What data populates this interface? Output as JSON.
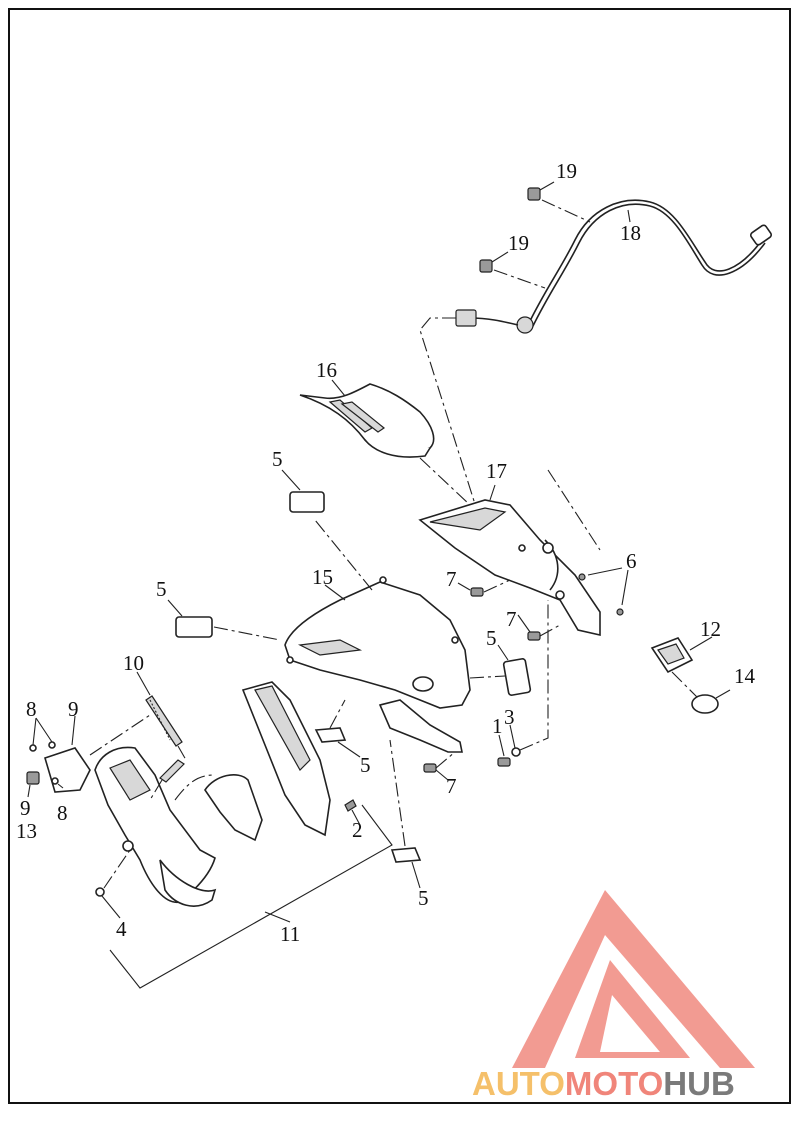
{
  "diagram": {
    "callouts": [
      {
        "id": "c19a",
        "text": "19"
      },
      {
        "id": "c18",
        "text": "18"
      },
      {
        "id": "c19b",
        "text": "19"
      },
      {
        "id": "c16",
        "text": "16"
      },
      {
        "id": "c17",
        "text": "17"
      },
      {
        "id": "c5a",
        "text": "5"
      },
      {
        "id": "c6",
        "text": "6"
      },
      {
        "id": "c15",
        "text": "15"
      },
      {
        "id": "c7a",
        "text": "7"
      },
      {
        "id": "c5b",
        "text": "5"
      },
      {
        "id": "c7b",
        "text": "7"
      },
      {
        "id": "c12",
        "text": "12"
      },
      {
        "id": "c5c",
        "text": "5"
      },
      {
        "id": "c10",
        "text": "10"
      },
      {
        "id": "c14",
        "text": "14"
      },
      {
        "id": "c8a",
        "text": "8"
      },
      {
        "id": "c9a",
        "text": "9"
      },
      {
        "id": "c1",
        "text": "1"
      },
      {
        "id": "c3",
        "text": "3"
      },
      {
        "id": "c5d",
        "text": "5"
      },
      {
        "id": "c7c",
        "text": "7"
      },
      {
        "id": "c9b",
        "text": "9"
      },
      {
        "id": "c8b",
        "text": "8"
      },
      {
        "id": "c13",
        "text": "13"
      },
      {
        "id": "c2",
        "text": "2"
      },
      {
        "id": "c5e",
        "text": "5"
      },
      {
        "id": "c4",
        "text": "4"
      },
      {
        "id": "c11",
        "text": "11"
      }
    ]
  },
  "logo": {
    "part1": "AUTO",
    "part2": "MOTO",
    "part3": "HUB",
    "colors": {
      "auto": "#f5c06a",
      "moto": "#f0857a",
      "hub": "#7a7a7a",
      "triangle": "#f08a80"
    }
  }
}
